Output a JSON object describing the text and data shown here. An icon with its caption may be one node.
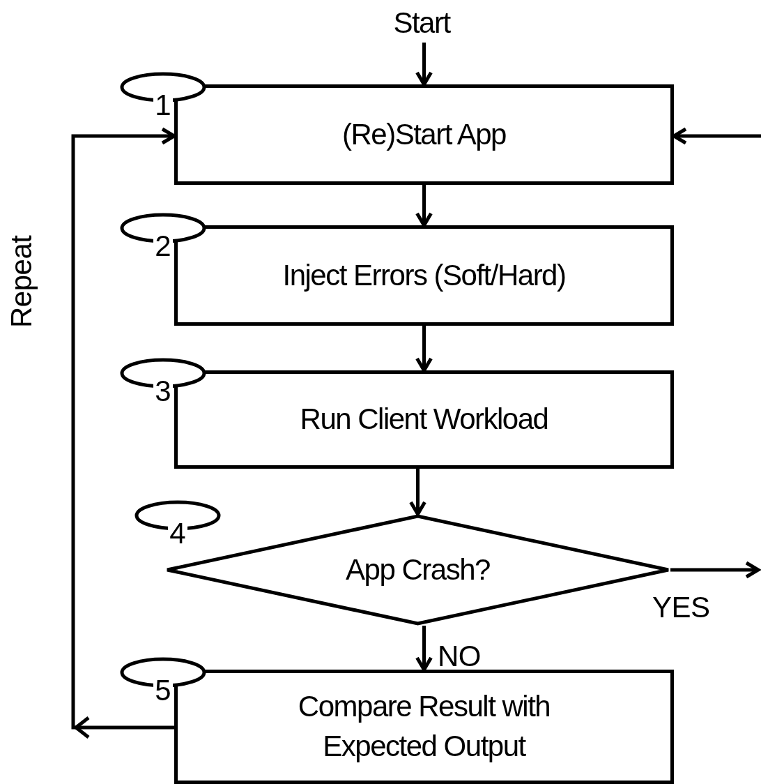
{
  "diagram": {
    "nodes": [
      {
        "text": [
          "Start"
        ]
      },
      {
        "text": [
          "1"
        ]
      },
      {
        "text": [
          "(Re)Start App"
        ]
      },
      {
        "text": [
          "2"
        ]
      },
      {
        "text": [
          "Inject Errors (Soft/Hard)"
        ]
      },
      {
        "text": [
          "3"
        ]
      },
      {
        "text": [
          "Run Client Workload"
        ]
      },
      {
        "text": [
          "4"
        ]
      },
      {
        "text": [
          "App Crash?"
        ]
      },
      {
        "text": [
          "5"
        ]
      },
      {
        "text": [
          "Compare Result with Expected Output"
        ]
      }
    ],
    "edges": [
      {
        "from": 0,
        "to": 2,
        "arrow": "to"
      },
      {
        "from": 2,
        "to": 4,
        "arrow": "to"
      },
      {
        "from": 4,
        "to": 6,
        "arrow": "to"
      },
      {
        "from": 6,
        "to": 8,
        "arrow": "to"
      },
      {
        "from": 8,
        "to": 10,
        "arrow": "to",
        "label": "NO"
      },
      {
        "from": 8,
        "to": null,
        "arrow": "to",
        "label": "YES"
      },
      {
        "from": 10,
        "to": 2,
        "arrow": "to",
        "label": "Repeat"
      },
      {
        "from": null,
        "to": 2,
        "arrow": "to"
      }
    ]
  }
}
